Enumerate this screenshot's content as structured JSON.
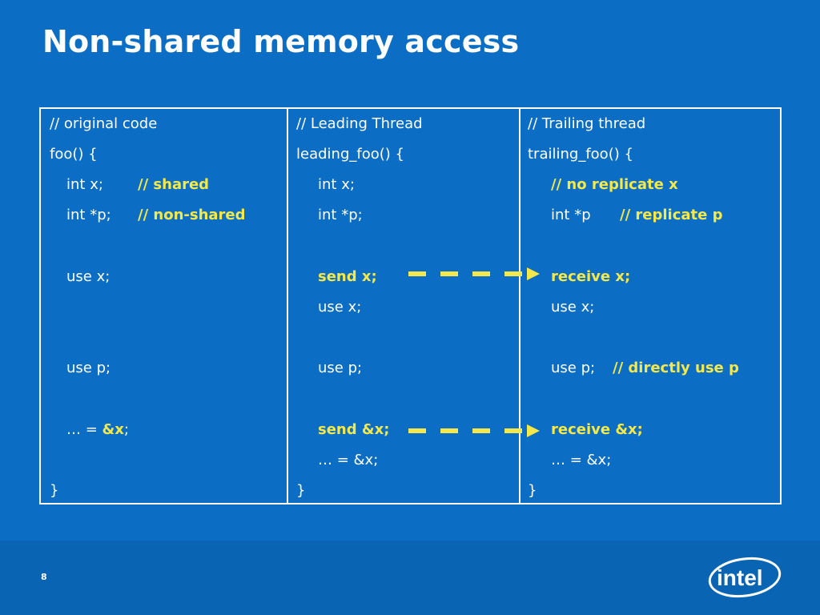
{
  "slide": {
    "title": "Non-shared memory access",
    "page_number": "8",
    "logo_text": "intel"
  },
  "colors": {
    "background": "#0b6ec4",
    "highlight": "#f5e84a",
    "text": "#ffffff"
  },
  "table": {
    "original": {
      "header": "// original code",
      "func": "foo() {",
      "int_x": "int x;",
      "int_x_comment": "// shared",
      "int_p": "int *p;",
      "int_p_comment": "// non-shared",
      "use_x": "use x;",
      "use_p": "use p;",
      "assign_prefix": "… = ",
      "assign_highlight": "&x",
      "assign_suffix": ";",
      "close": "}"
    },
    "leading": {
      "header": "// Leading Thread",
      "func": "leading_foo() {",
      "int_x": "int x;",
      "int_p": "int *p;",
      "send_x": "send x;",
      "use_x": "use x;",
      "use_p": "use p;",
      "send_addr": "send &x;",
      "assign": "… = &x;",
      "close": "}"
    },
    "trailing": {
      "header": "// Trailing thread",
      "func": "trailing_foo() {",
      "no_replicate": "// no replicate x",
      "int_p": "int *p",
      "int_p_comment": "// replicate p",
      "receive_x": "receive x;",
      "use_x": "use x;",
      "use_p": "use p;",
      "use_p_comment": "// directly use p",
      "receive_addr": "receive &x;",
      "assign": "… = &x;",
      "close": "}"
    }
  }
}
